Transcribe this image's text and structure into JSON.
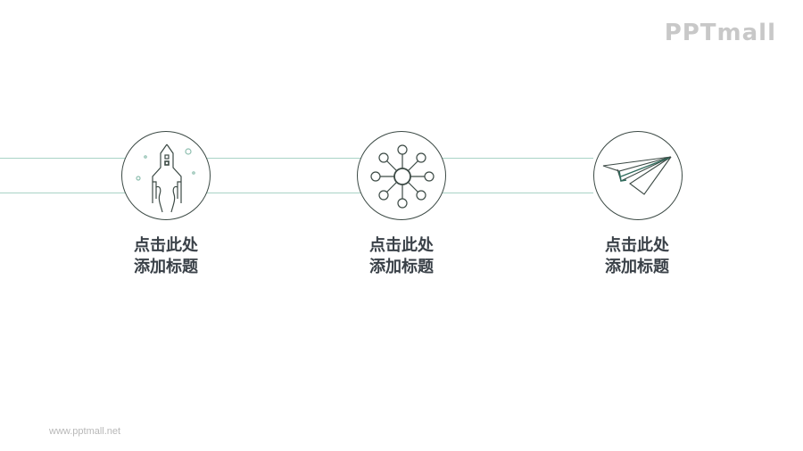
{
  "logo": {
    "text": "PPTmall"
  },
  "footer": {
    "url_text": "www.pptmall.net"
  },
  "items": [
    {
      "icon": "rocket-icon",
      "title_line1": "点击此处",
      "title_line2": "添加标题"
    },
    {
      "icon": "network-hub-icon",
      "title_line1": "点击此处",
      "title_line2": "添加标题"
    },
    {
      "icon": "paper-plane-icon",
      "title_line1": "点击此处",
      "title_line2": "添加标题"
    }
  ],
  "colors": {
    "line": "#a9d3c6",
    "circle_stroke": "#3c4a45",
    "icon_accent": "#2f6b5c",
    "title": "#3a4148"
  }
}
